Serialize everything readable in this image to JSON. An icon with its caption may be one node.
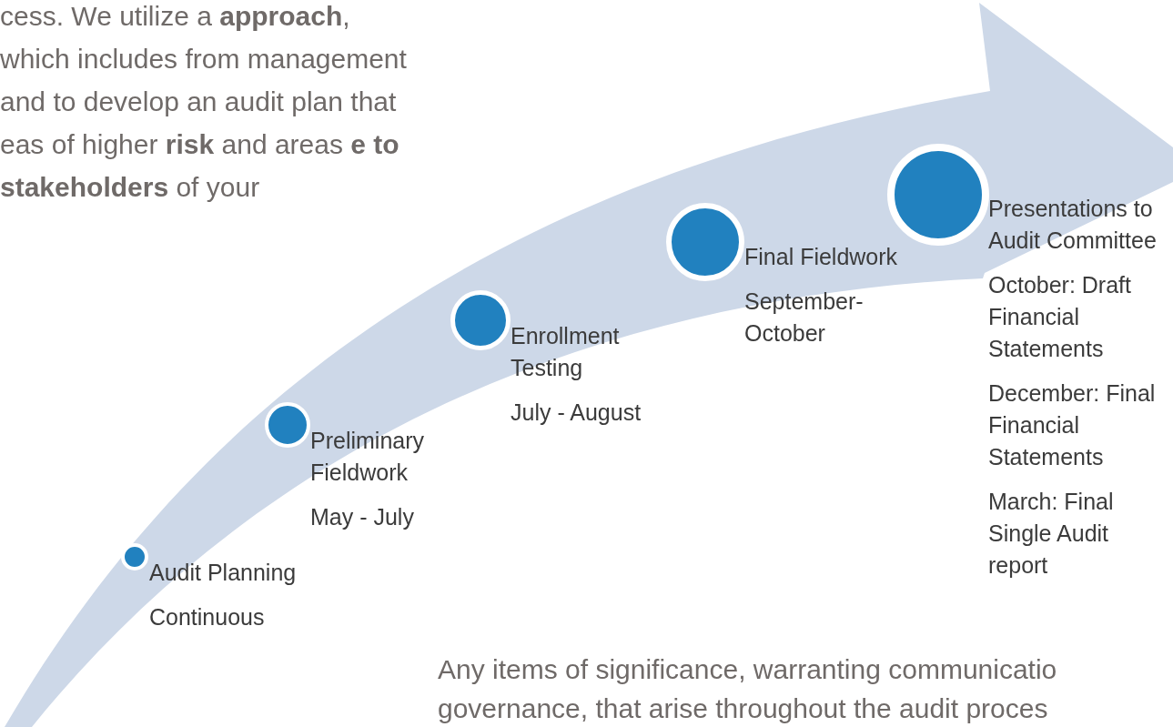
{
  "diagram": {
    "nodes": [
      {
        "text": [],
        "shape": "circle",
        "beside": [
          "Audit Planning",
          "Continuous"
        ]
      },
      {
        "text": [],
        "shape": "circle",
        "beside": [
          "Preliminary Fieldwork",
          "May - July"
        ]
      },
      {
        "text": [],
        "shape": "circle",
        "beside": [
          "Enrollment Testing",
          "July - August"
        ]
      },
      {
        "text": [],
        "shape": "circle",
        "beside": [
          "Final Fieldwork",
          "September- October"
        ]
      },
      {
        "text": [],
        "shape": "circle",
        "beside": [
          "Presentations to Audit Committee",
          "October:  Draft Financial Statements",
          "December: Final Financial Statements",
          "March: Final Single Audit report"
        ]
      }
    ],
    "labels": [
      "cess. We utilize a **approach**, which includes from management and to develop an audit plan that eas of higher **risk** and areas **e to stakeholders** of your",
      "Any items of significance, warranting communicatio governance, that arise throughout the audit proces"
    ]
  }
}
